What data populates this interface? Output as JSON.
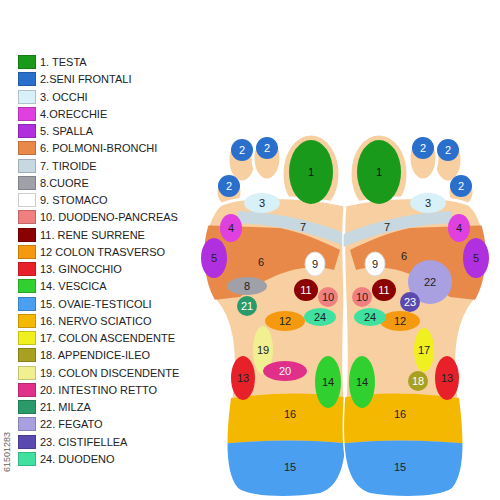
{
  "diagram": {
    "nodes": [
      {
        "text": [
          "1"
        ]
      },
      {
        "text": [
          "2"
        ]
      },
      {
        "text": [
          "2"
        ]
      },
      {
        "text": [
          "2"
        ]
      },
      {
        "text": [
          "3"
        ]
      },
      {
        "text": [
          "7"
        ]
      },
      {
        "text": [
          "4"
        ]
      },
      {
        "text": [
          "5"
        ]
      },
      {
        "text": [
          "6"
        ]
      },
      {
        "text": [
          "9"
        ]
      },
      {
        "text": [
          "11"
        ]
      },
      {
        "text": [
          "10"
        ]
      },
      {
        "text": [
          "8"
        ]
      },
      {
        "text": [
          "21"
        ]
      },
      {
        "text": [
          "12"
        ]
      },
      {
        "text": [
          "24"
        ]
      },
      {
        "text": [
          "19"
        ]
      },
      {
        "text": [
          "20"
        ]
      },
      {
        "text": [
          "13"
        ]
      },
      {
        "text": [
          "14"
        ]
      },
      {
        "text": [
          "16"
        ]
      },
      {
        "text": [
          "15"
        ]
      },
      {
        "text": [
          "1"
        ]
      },
      {
        "text": [
          "2"
        ]
      },
      {
        "text": [
          "2"
        ]
      },
      {
        "text": [
          "2"
        ]
      },
      {
        "text": [
          "3"
        ]
      },
      {
        "text": [
          "7"
        ]
      },
      {
        "text": [
          "4"
        ]
      },
      {
        "text": [
          "5"
        ]
      },
      {
        "text": [
          "6"
        ]
      },
      {
        "text": [
          "9"
        ]
      },
      {
        "text": [
          "11"
        ]
      },
      {
        "text": [
          "10"
        ]
      },
      {
        "text": [
          "22"
        ]
      },
      {
        "text": [
          "23"
        ]
      },
      {
        "text": [
          "12"
        ]
      },
      {
        "text": [
          "24"
        ]
      },
      {
        "text": [
          "17"
        ]
      },
      {
        "text": [
          "18"
        ]
      },
      {
        "text": [
          "13"
        ]
      },
      {
        "text": [
          "14"
        ]
      },
      {
        "text": [
          "16"
        ]
      },
      {
        "text": [
          "15"
        ]
      }
    ],
    "labels": [
      "61501283"
    ],
    "legend": [
      {
        "text": "1. TESTA",
        "color": "#1a9a1a"
      },
      {
        "text": "2.SENI FRONTALI",
        "color": "#2a6fcc"
      },
      {
        "text": "3. OCCHI",
        "color": "#d8f0f8"
      },
      {
        "text": "4.ORECCHIE",
        "color": "#e040e0"
      },
      {
        "text": "5. SPALLA",
        "color": "#b030e0"
      },
      {
        "text": "6. POLMONI-BRONCHI",
        "color": "#e8894a"
      },
      {
        "text": "7. TIROIDE",
        "color": "#c8d8e0"
      },
      {
        "text": "8.CUORE",
        "color": "#a0a0a8"
      },
      {
        "text": "9. STOMACO",
        "color": "#ffffff"
      },
      {
        "text": "10. DUODENO-PANCREAS",
        "color": "#f08080"
      },
      {
        "text": "11. RENE SURRENE",
        "color": "#8b0000"
      },
      {
        "text": "12 COLON TRASVERSO",
        "color": "#f59a10"
      },
      {
        "text": "13. GINOCCHIO",
        "color": "#e8202a"
      },
      {
        "text": "14. VESCICA",
        "color": "#30d030"
      },
      {
        "text": "15. OVAIE-TESTICOLI",
        "color": "#4a9ff0"
      },
      {
        "text": "16. NERVO SCIATICO",
        "color": "#f5b800"
      },
      {
        "text": "17. COLON ASCENDENTE",
        "color": "#f0f020"
      },
      {
        "text": "18. APPENDICE-ILEO",
        "color": "#a8a020"
      },
      {
        "text": "19. COLON DISCENDENTE",
        "color": "#f0f090"
      },
      {
        "text": "20. INTESTINO RETTO",
        "color": "#e0308a"
      },
      {
        "text": "21. MILZA",
        "color": "#2a9a6a"
      },
      {
        "text": "22. FEGATO",
        "color": "#a8a0e0"
      },
      {
        "text": "23. CISTIFELLEA",
        "color": "#5a4ab0"
      },
      {
        "text": "24. DUODENO",
        "color": "#40e0a0"
      }
    ]
  }
}
